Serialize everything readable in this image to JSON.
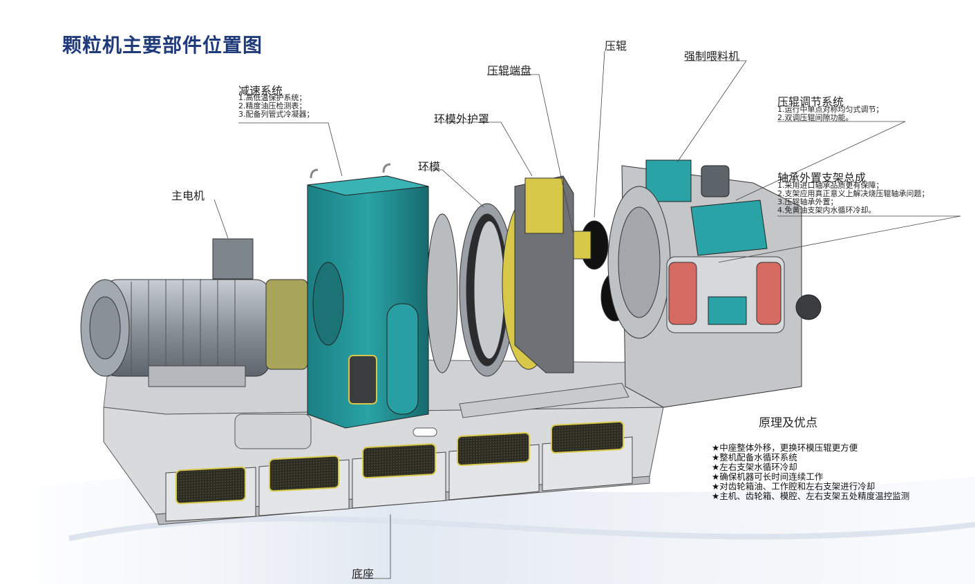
{
  "title": "颗粒机主要部件位置图",
  "labels": {
    "motor": "主电机",
    "reducer": "减速系统",
    "ring_die": "环模",
    "die_cover": "环模外护罩",
    "roller_end_disc": "压辊端盘",
    "roller": "压辊",
    "forced_feeder": "强制喂料机",
    "roller_adjust": "压辊调节系统",
    "bearing_support": "轴承外置支架总成",
    "base": "底座"
  },
  "notes": {
    "reducer": [
      "1.高低温保护系统；",
      "2.精度油压检测表；",
      "3.配备列管式冷凝器；"
    ],
    "roller_adjust": [
      "1.运行中单点对称均匀式调节；",
      "2.双调压辊间隙功能。"
    ],
    "bearing_support": [
      "1.采用进口轴承品质更有保障；",
      "2.支架应用真正意义上解决烧压辊轴承问题；",
      "3.压辊轴承外置；",
      "4.免黄油支架内水循环冷却。"
    ]
  },
  "advantages": {
    "title": "原理及优点",
    "items": [
      "★中座整体外移，更换环模压辊更方便",
      "★整机配备水循环系统",
      "★左右支架水循环冷却",
      "★确保机器可长时间连续工作",
      "★对齿轮箱油、工作腔和左右支架进行冷却",
      "★主机、齿轮箱、模腔、左右支架五处精度温控监测"
    ]
  },
  "colors": {
    "title": "#1f3a7a",
    "teal": "#1f8f92",
    "frame": "#d7d8da",
    "olive": "#a8a55a",
    "motor_gray": "#8b929a",
    "mesh": "#2c2c22",
    "yellow_accent": "#d8c84a"
  }
}
